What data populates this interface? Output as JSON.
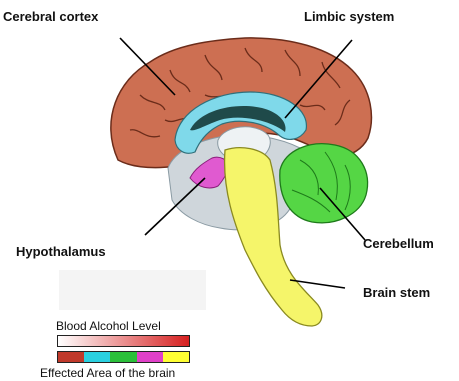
{
  "labels": {
    "cerebral_cortex": "Cerebral cortex",
    "limbic_system": "Limbic system",
    "hypothalamus": "Hypothalamus",
    "cerebellum": "Cerebellum",
    "brain_stem": "Brain stem"
  },
  "legend": {
    "bac_label": "Blood Alcohol Level",
    "area_label": "Effected Area of the brain",
    "area_segments": [
      {
        "color": "#c0392b"
      },
      {
        "color": "#2ad0e0"
      },
      {
        "color": "#2bbf3a"
      },
      {
        "color": "#e040c8"
      },
      {
        "color": "#ffff33"
      }
    ],
    "gradient_start": "#ffffff",
    "gradient_end": "#d62020"
  },
  "colors": {
    "cortex": "#cd6f52",
    "cortex_stroke": "#6b2c1a",
    "limbic": "#7fd9ea",
    "limbic_dark": "#1f4a4a",
    "hypothalamus": "#e05ad0",
    "cerebellum": "#55d645",
    "brainstem": "#f5f56a",
    "inner_grey": "#cfd6db"
  }
}
